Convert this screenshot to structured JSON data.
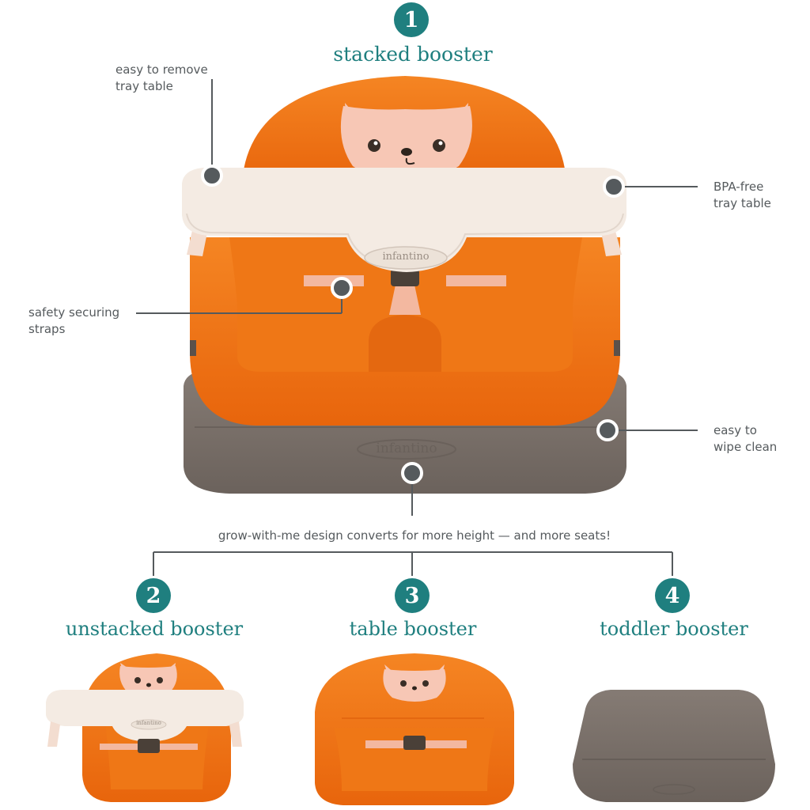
{
  "header": {
    "step_number": "1",
    "title": "stacked booster"
  },
  "callouts": {
    "tray_remove": {
      "line1": "easy to remove",
      "line2": "tray table"
    },
    "bpa_free": {
      "line1": "BPA-free",
      "line2": "tray table"
    },
    "straps": {
      "line1": "safety securing",
      "line2": "straps"
    },
    "wipe_clean": {
      "line1": "easy to",
      "line2": "wipe clean"
    }
  },
  "brand": {
    "logo_text": "infantino"
  },
  "conversion_text": "grow-with-me design converts for more height — and more seats!",
  "variants": [
    {
      "step_number": "2",
      "title": "unstacked booster"
    },
    {
      "step_number": "3",
      "title": "table booster"
    },
    {
      "step_number": "4",
      "title": "toddler booster"
    }
  ],
  "colors": {
    "accent_teal": "#1f7f7f",
    "seat_orange": "#f47a1a",
    "base_gray": "#7a716b",
    "tray_cream": "#f4ebe3",
    "face_pink": "#f7c7b5",
    "callout_line": "#555a5d"
  }
}
